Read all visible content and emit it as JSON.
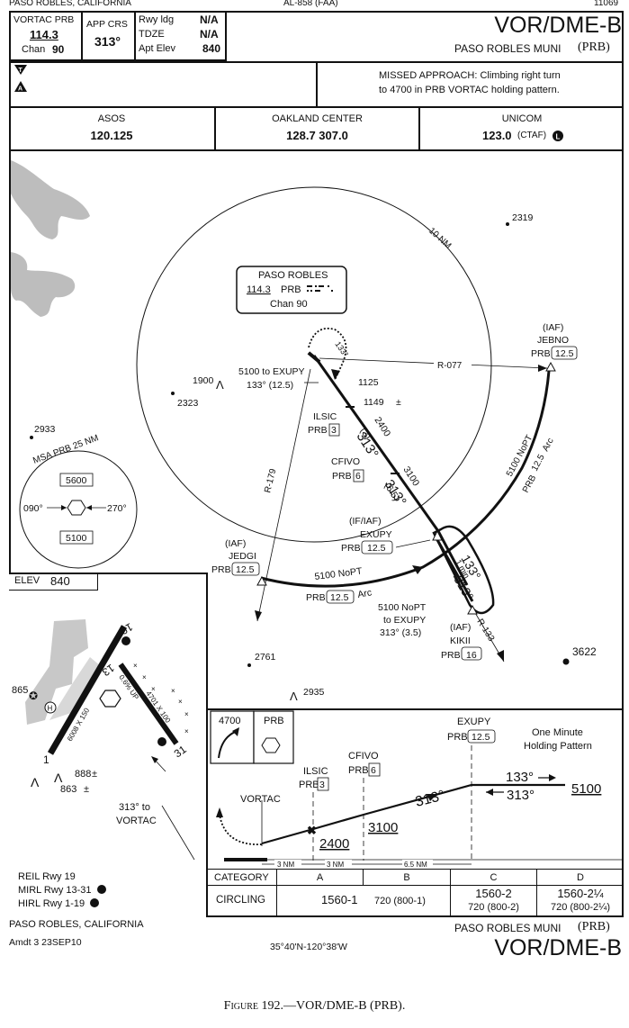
{
  "top": {
    "location": "PASO ROBLES, CALIFORNIA",
    "volume": "AL-858 (FAA)",
    "number": "11069"
  },
  "header": {
    "vortac_label": "VORTAC PRB",
    "vortac_freq": "114.3",
    "chan_label": "Chan",
    "chan_num": "90",
    "app_crs_label": "APP CRS",
    "app_crs": "313°",
    "rwy_ldg_label": "Rwy ldg",
    "rwy_ldg_val": "N/A",
    "tdze_label": "TDZE",
    "tdze_val": "N/A",
    "apt_elev_label": "Apt Elev",
    "apt_elev_val": "840",
    "proc_title": "VOR/DME-B",
    "airport": "PASO ROBLES MUNI",
    "airport_id": "(PRB)"
  },
  "notes": {
    "missed_line1": "MISSED APPROACH: Climbing right turn",
    "missed_line2": "to 4700 in PRB VORTAC holding pattern."
  },
  "comms": {
    "asos_label": "ASOS",
    "asos_freq": "120.125",
    "center_label": "OAKLAND CENTER",
    "center_freq": "128.7 307.0",
    "unicom_label": "UNICOM",
    "unicom_freq": "123.0",
    "unicom_ctaf": "(CTAF)"
  },
  "plan": {
    "ring_label": "10 NM",
    "navaid_name": "PASO ROBLES",
    "navaid_freq": "114.3",
    "navaid_id": "PRB",
    "navaid_chan": "Chan 90",
    "hold_course": "133°",
    "exupy_note_1": "5100 to EXUPY",
    "exupy_note_2": "133° (12.5)",
    "ilsic": "ILSIC",
    "prb": "PRB",
    "ilsic_dist": "3",
    "elev_1125": "1125",
    "elev_1149": "1149",
    "course_313": "313°",
    "alt_2400": "2400",
    "dist_3": "(3)",
    "cfivo": "CFIVO",
    "cfivo_dist": "6",
    "alt_3100": "3100",
    "dist_65": "(6.5)",
    "r077": "R-077",
    "r179": "R-179",
    "r133": "R-133",
    "iaf": "(IAF)",
    "if_iaf": "(IF/IAF)",
    "jebno": "JEBNO",
    "jebno_dist": "12.5",
    "exupy": "EXUPY",
    "exupy_dist": "12.5",
    "jedgi": "JEDGI",
    "jedgi_dist": "12.5",
    "kikii": "KIKII",
    "kikii_dist": "16",
    "arc_alt": "5100 NoPT",
    "arc_word": "Arc",
    "arc_dist": "12.5",
    "kikii_note_1": "5100 NoPT",
    "kikii_note_2": "to EXUPY",
    "kikii_note_3": "313° (3.5)",
    "hold_1min": "1 min",
    "hold_133": "133°",
    "hold_313": "313°",
    "spot_1900": "1900",
    "spot_2323": "2323",
    "spot_2319": "2319",
    "spot_2933": "2933",
    "spot_2761": "2761",
    "spot_2935": "2935",
    "spot_3622": "3622"
  },
  "msa": {
    "title": "MSA PRB 25 NM",
    "north_alt": "5600",
    "south_alt": "5100",
    "bearing_left": "090°",
    "bearing_right": "270°"
  },
  "airport_diagram": {
    "elev_label": "ELEV",
    "elev_val": "840",
    "rwy_19": "19",
    "rwy_1": "1",
    "rwy_13": "13",
    "rwy_31": "31",
    "rwy_long": "6008 X 150",
    "rwy_short": "4701 X 100",
    "slope": "0.6% UP",
    "spot_865": "865",
    "spot_888": "888",
    "spot_863": "863",
    "vortac_note_1": "313° to",
    "vortac_note_2": "VORTAC",
    "light_1": "REIL Rwy 19",
    "light_2": "MIRL Rwy 13-31",
    "light_3": "HIRL Rwy 1-19"
  },
  "profile": {
    "hold_alt": "4700",
    "prb": "PRB",
    "exupy": "EXUPY",
    "exupy_dist": "12.5",
    "one_min_1": "One Minute",
    "one_min_2": "Holding Pattern",
    "cfivo": "CFIVO",
    "cfivo_dist": "6",
    "ilsic": "ILSIC",
    "ilsic_dist": "3",
    "vortac": "VORTAC",
    "crs_313": "313°",
    "crs_133": "133°",
    "crs_313b": "313°",
    "alt_5100": "5100",
    "alt_3100": "3100",
    "alt_2400": "2400",
    "seg_1": "3 NM",
    "seg_2": "3 NM",
    "seg_3": "6.5 NM"
  },
  "minima": {
    "category_label": "CATEGORY",
    "cats": [
      "A",
      "B",
      "C",
      "D"
    ],
    "circling_label": "CIRCLING",
    "ab_mda": "1560-1",
    "ab_haa": "720 (800-1)",
    "c_mda": "1560-2",
    "c_haa": "720 (800-2)",
    "d_mda": "1560-2¼",
    "d_haa": "720 (800-2¼)"
  },
  "bottom": {
    "location": "PASO ROBLES, CALIFORNIA",
    "amdt": "Amdt 3  23SEP10",
    "coords": "35°40'N-120°38'W",
    "airport": "PASO ROBLES MUNI",
    "airport_id": "(PRB)",
    "proc_title": "VOR/DME-B"
  },
  "caption": "Figure 192.—VOR/DME-B (PRB)."
}
